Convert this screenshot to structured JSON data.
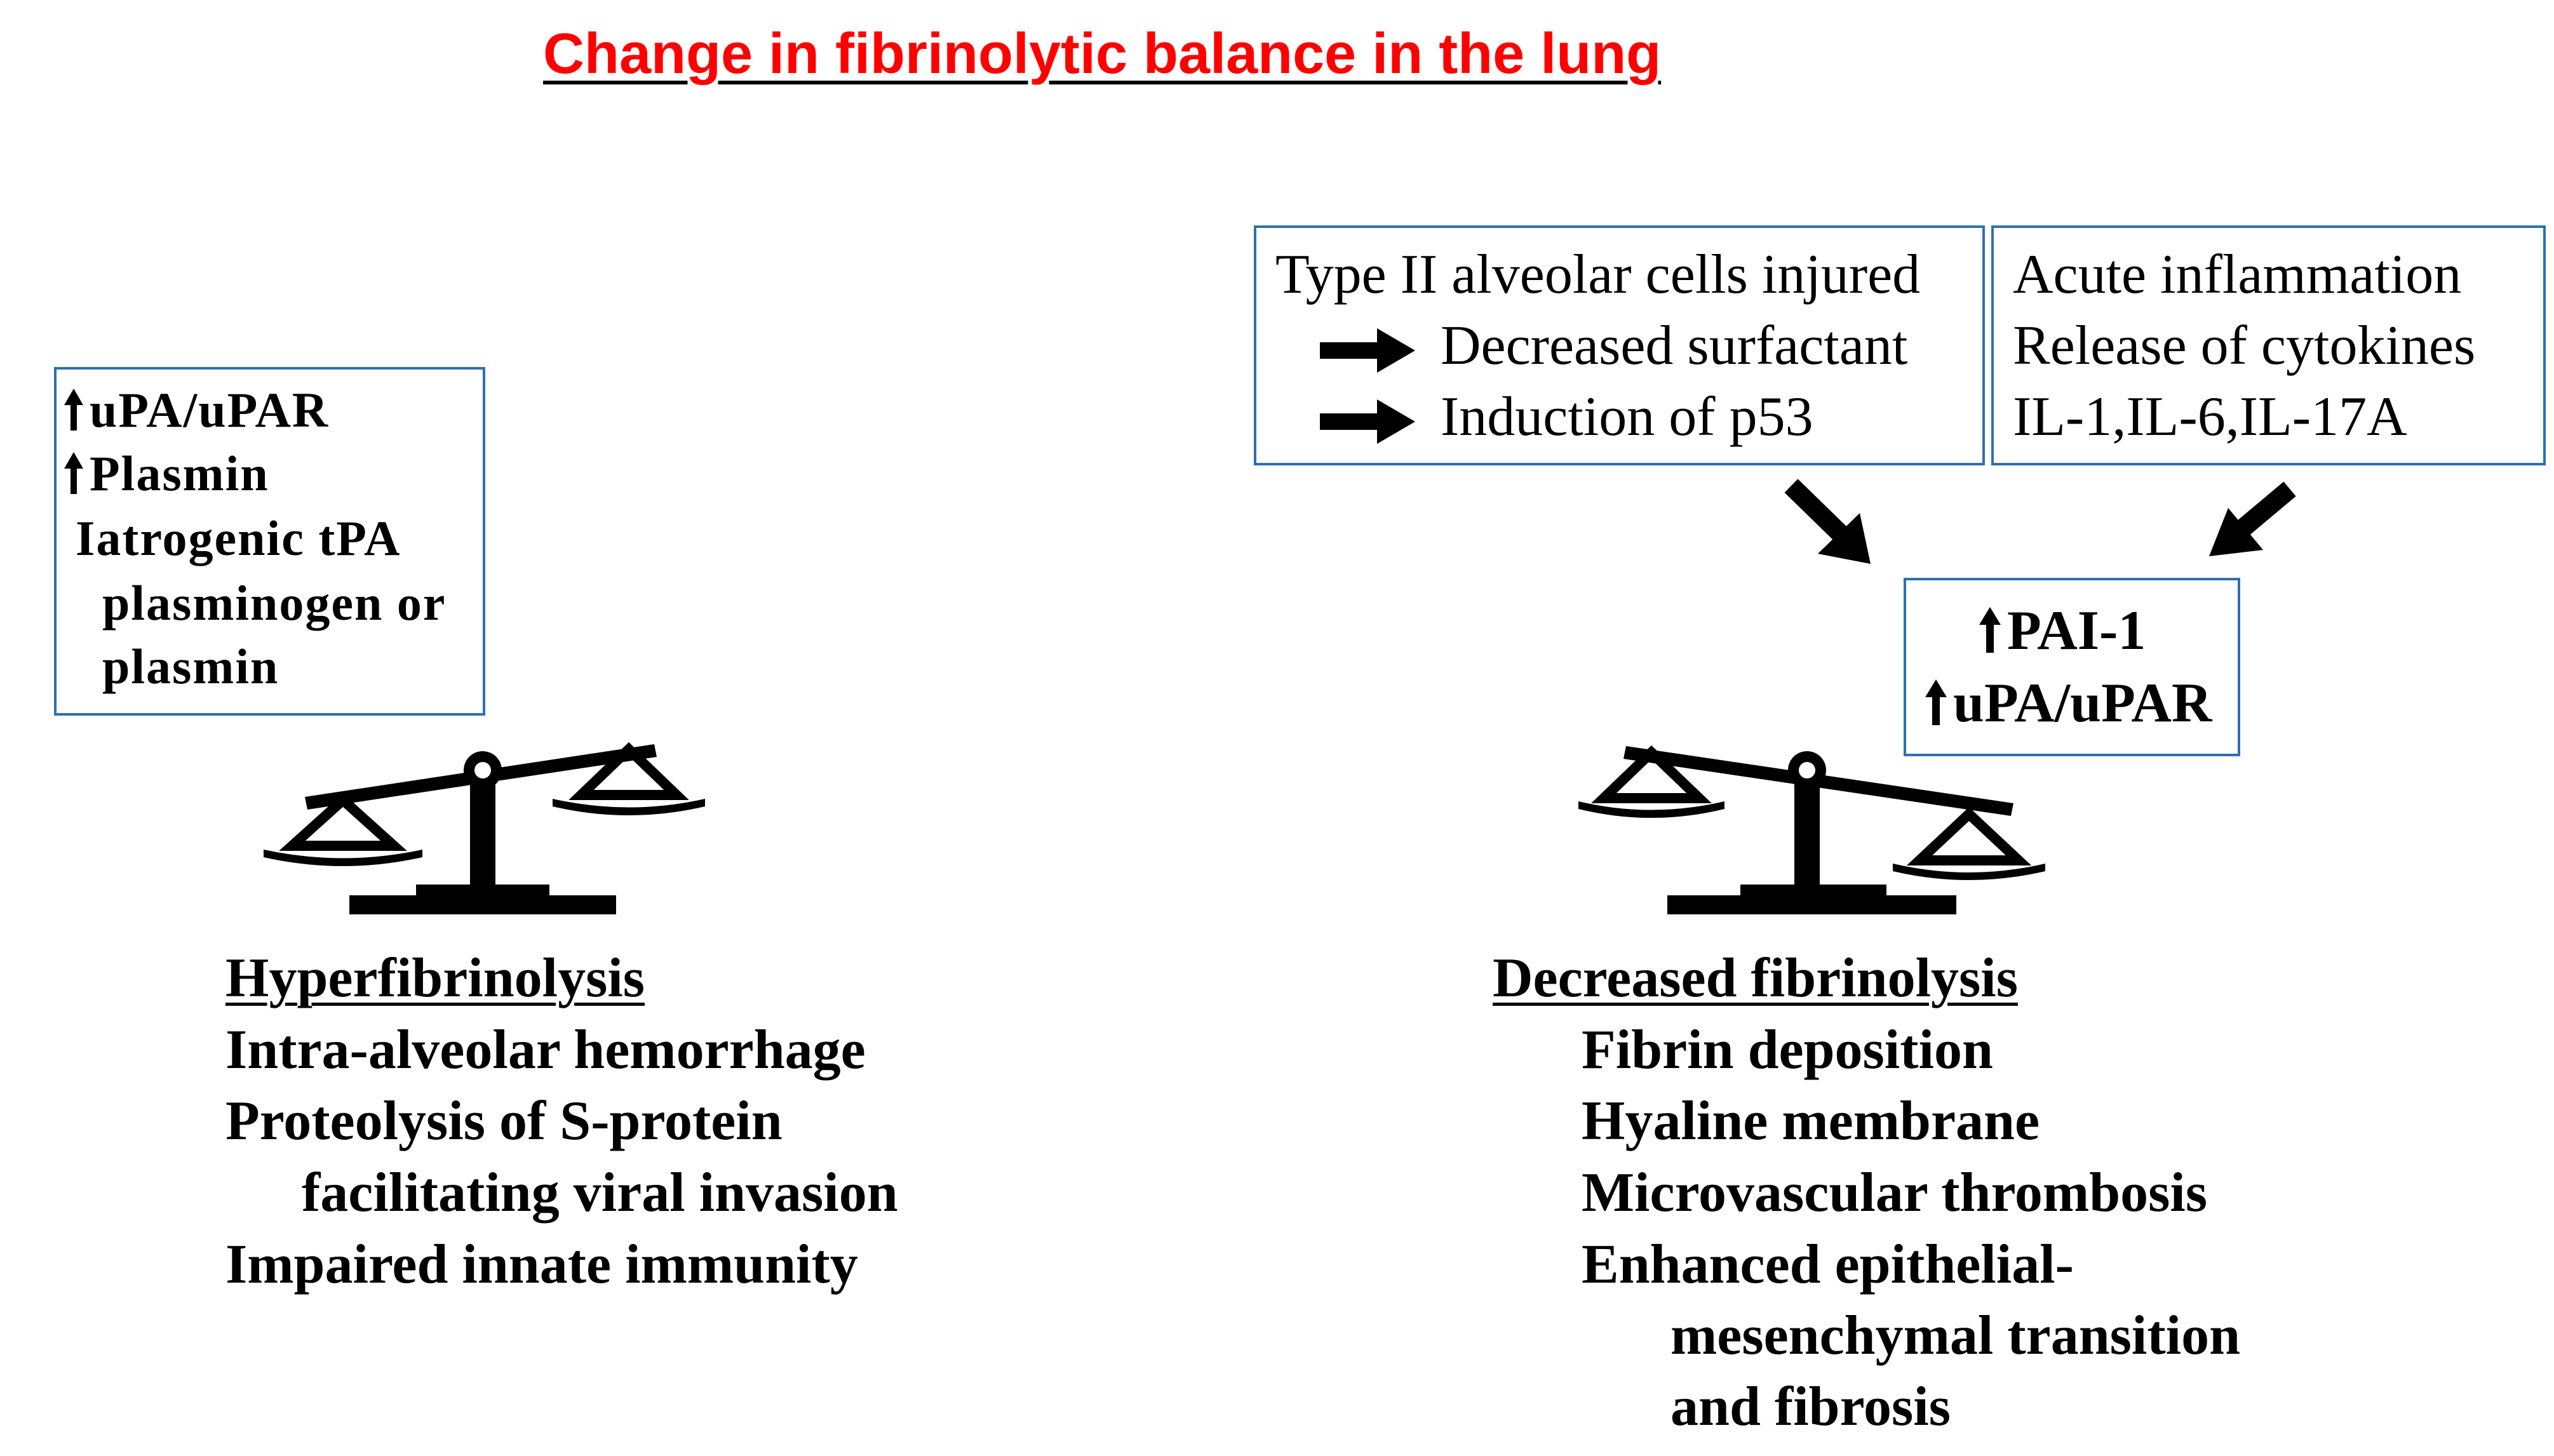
{
  "title": "Change in fibrinolytic balance in the lung",
  "colors": {
    "title": "#ff0000",
    "box_border": "#2f6fb3",
    "text": "#000000"
  },
  "left_box": {
    "lines": [
      "uPA/uPAR",
      "Plasmin",
      "Iatrogenic tPA",
      "plasminogen or",
      "plasmin"
    ]
  },
  "type2_box": {
    "lines": [
      "Type II alveolar cells injured",
      "Decreased surfactant",
      "Induction of p53"
    ]
  },
  "inflammation_box": {
    "lines": [
      "Acute inflammation",
      "Release of cytokines",
      "IL-1,IL-6,IL-17A"
    ]
  },
  "pai_box": {
    "lines": [
      "PAI-1",
      "uPA/uPAR"
    ]
  },
  "left_outcome": {
    "heading": "Hyperfibrinolysis",
    "items": [
      "Intra-alveolar hemorrhage",
      "Proteolysis of S-protein",
      "facilitating viral invasion",
      "Impaired innate immunity"
    ]
  },
  "right_outcome": {
    "heading": "Decreased fibrinolysis",
    "items": [
      "Fibrin deposition",
      "Hyaline membrane",
      "Microvascular thrombosis",
      "Enhanced epithelial-",
      "mesenchymal transition",
      "and fibrosis"
    ]
  },
  "icons": [
    "up-arrow-icon",
    "right-arrow-icon",
    "diagonal-arrow-icon",
    "balance-scale-icon"
  ]
}
